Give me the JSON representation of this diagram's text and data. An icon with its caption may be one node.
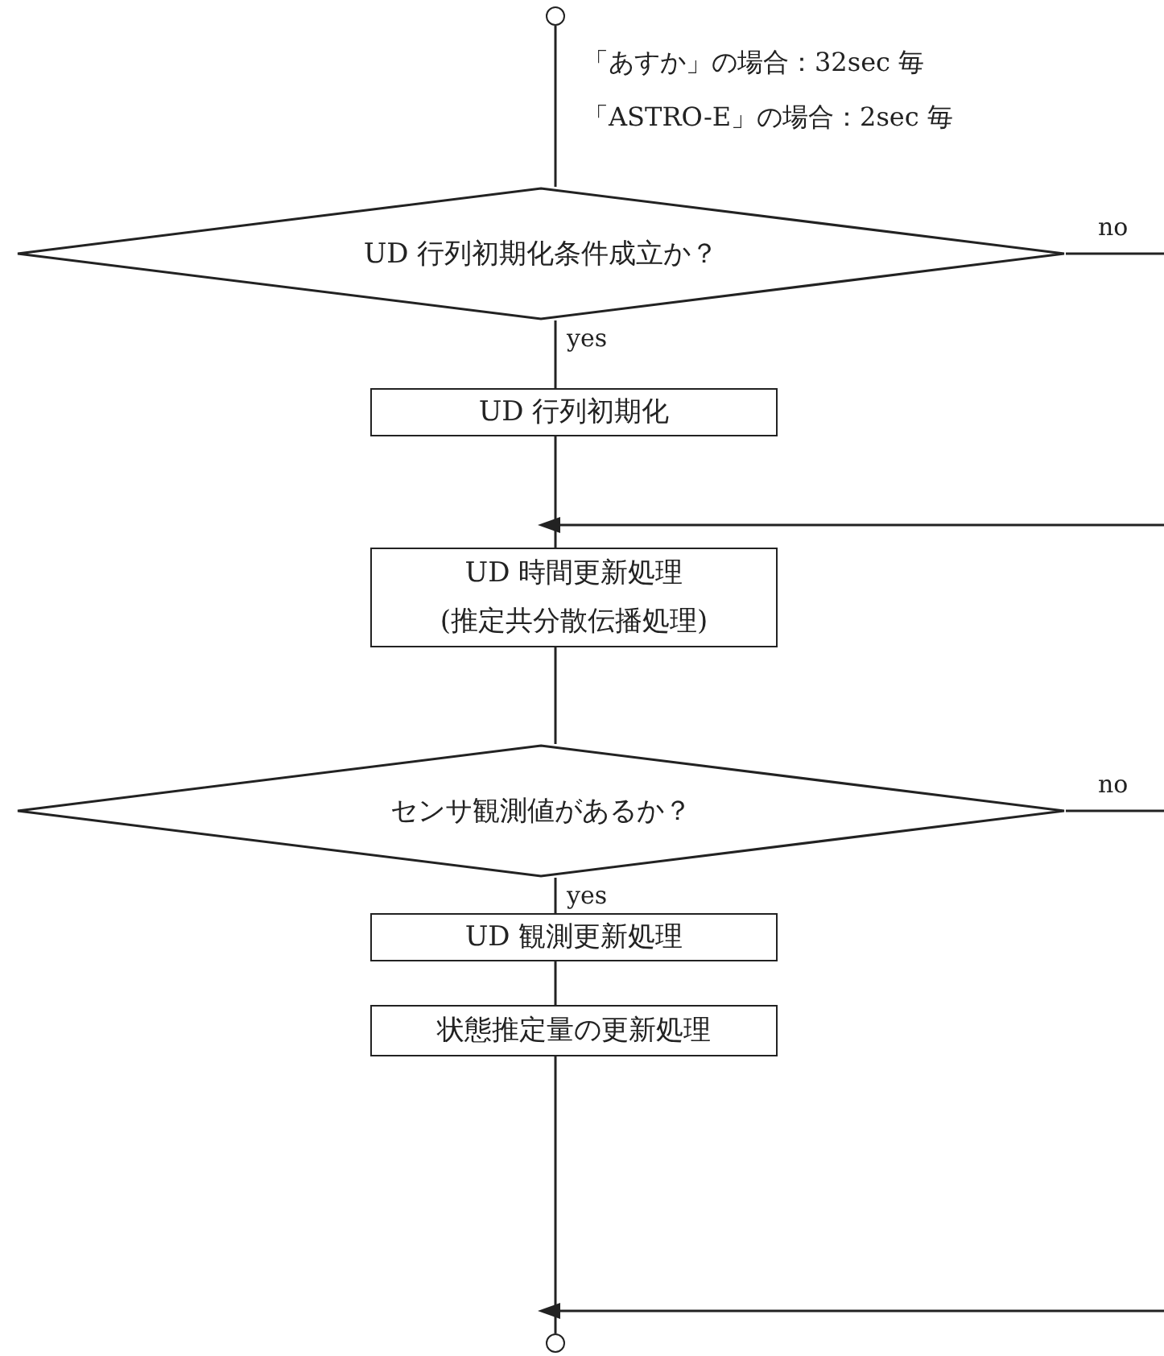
{
  "diagram": {
    "nodes": [
      {
        "text": [],
        "shape": "circle"
      },
      {
        "text": [
          "UD 行列初期化条件成立か？"
        ]
      },
      {
        "text": [
          "UD 行列初期化"
        ]
      },
      {
        "text": [
          "UD 時間更新処理",
          "(推定共分散伝播処理)"
        ]
      },
      {
        "text": [
          "センサ観測値があるか？"
        ]
      },
      {
        "text": [
          "UD 観測更新処理"
        ]
      },
      {
        "text": [
          "状態推定量の更新処理"
        ]
      },
      {
        "text": [],
        "shape": "circle"
      }
    ],
    "edges": [
      {
        "from": 0,
        "to": 1,
        "arrow": "none"
      },
      {
        "from": 1,
        "to": 2,
        "arrow": "none",
        "label": "yes"
      },
      {
        "from": 2,
        "to": 3,
        "arrow": "none"
      },
      {
        "from": 3,
        "to": 4,
        "arrow": "none"
      },
      {
        "from": 4,
        "to": 5,
        "arrow": "none",
        "label": "yes"
      },
      {
        "from": 5,
        "to": 6,
        "arrow": "none"
      },
      {
        "from": 6,
        "to": 7,
        "arrow": "none"
      },
      {
        "from": 1,
        "to": null,
        "arrow": "none",
        "label": "no"
      },
      {
        "from": null,
        "to": 3,
        "arrow": "to"
      },
      {
        "from": 4,
        "to": null,
        "arrow": "none",
        "label": "no"
      },
      {
        "from": null,
        "to": 7,
        "arrow": "to"
      }
    ],
    "labels": [
      "「あすか」の場合：32sec 毎",
      "「ASTRO-E」の場合：2sec 毎"
    ]
  }
}
